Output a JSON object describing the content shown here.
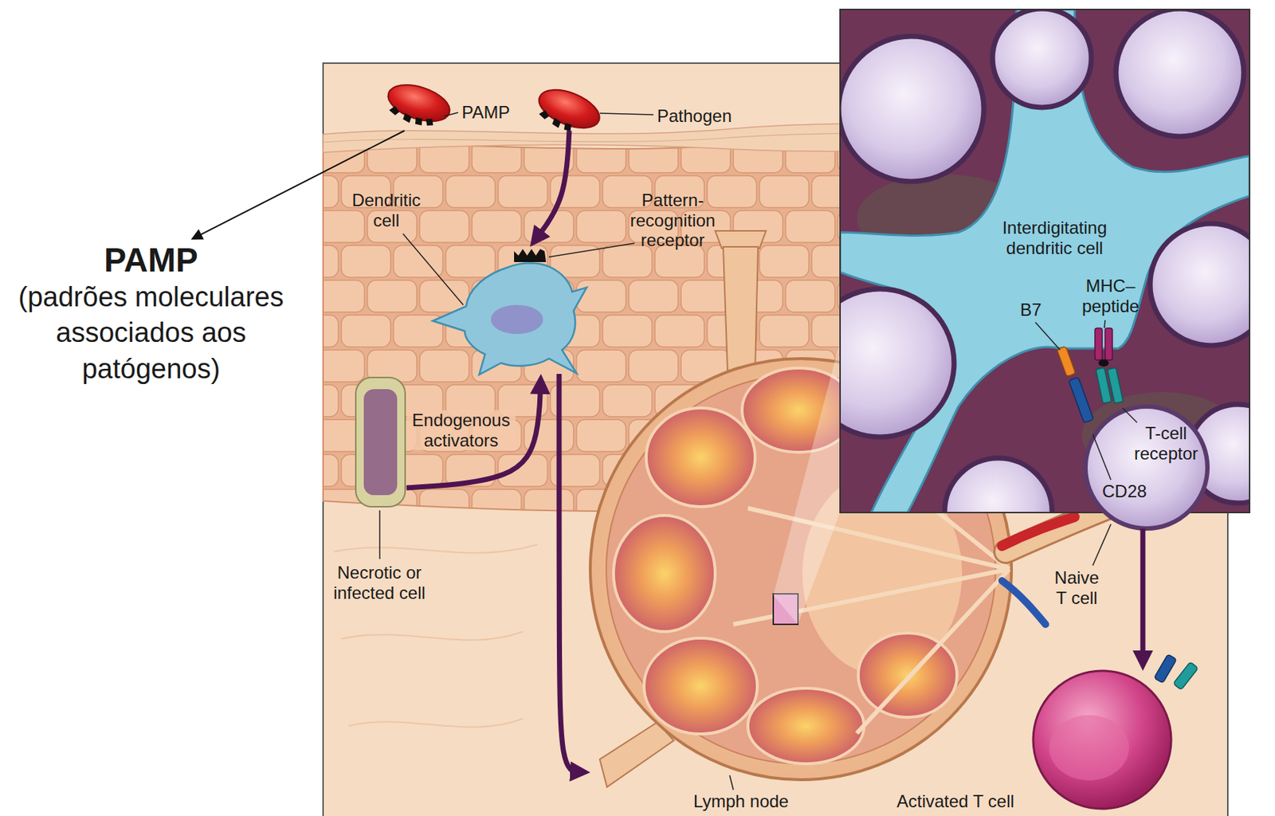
{
  "diagram": {
    "nodes": [
      {
        "text": [
          "PAMP"
        ]
      },
      {
        "text": [
          "Pathogen"
        ]
      },
      {
        "text": [
          "PAMP",
          "(padrões moleculares associados aos patógenos)"
        ]
      },
      {
        "text": [
          "Dendritic cell"
        ]
      },
      {
        "text": [
          "Necrotic or infected cell"
        ]
      },
      {
        "text": [
          "Lymph node"
        ]
      },
      {
        "text": [
          "Interdigitating dendritic cell"
        ]
      },
      {
        "text": [
          "Naive T cell"
        ]
      },
      {
        "text": [
          "Activated T cell"
        ]
      }
    ],
    "edges": [
      {
        "from": 0,
        "to": 2,
        "arrow": "to"
      },
      {
        "from": 1,
        "to": 3,
        "arrow": "to"
      },
      {
        "from": 4,
        "to": 3,
        "label": "Endogenous activators",
        "arrow": "to"
      },
      {
        "from": 3,
        "to": 5,
        "arrow": "to"
      },
      {
        "from": 7,
        "to": 8,
        "arrow": "to"
      }
    ],
    "labels": [
      "Pattern-recognition receptor",
      "B7",
      "MHC–peptide",
      "T-cell receptor",
      "CD28"
    ]
  }
}
